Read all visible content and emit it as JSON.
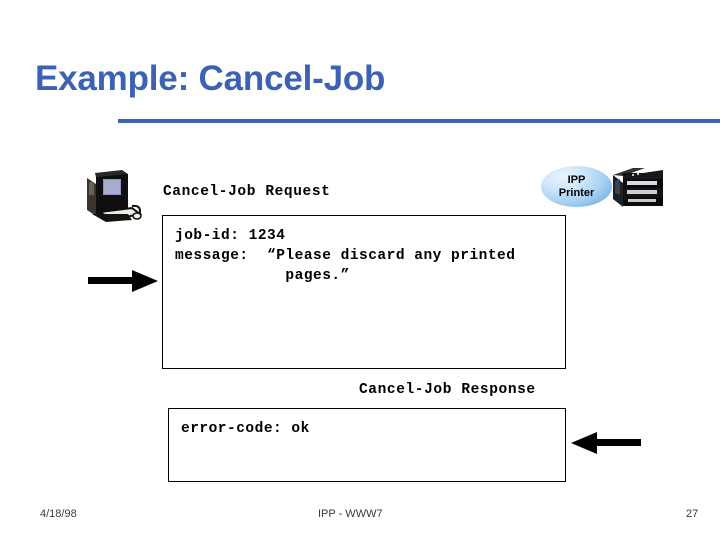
{
  "slide": {
    "title": "Example: Cancel-Job",
    "accent_color": "#3b62b5",
    "background_color": "#ffffff"
  },
  "diagram": {
    "client_icon": "computer-workstation-icon",
    "server_icon": "printer-icon",
    "server_badge": {
      "line1": "IPP",
      "line2": "Printer"
    },
    "request": {
      "label": "Cancel-Job Request",
      "arrow": "right-arrow-icon",
      "body": "job-id: 1234\nmessage:  “Please discard any printed\n            pages.”"
    },
    "response": {
      "label": "Cancel-Job Response",
      "arrow": "left-arrow-icon",
      "body": "error-code: ok"
    }
  },
  "footer": {
    "date": "4/18/98",
    "title": "IPP - WWW7",
    "page_number": "27"
  }
}
